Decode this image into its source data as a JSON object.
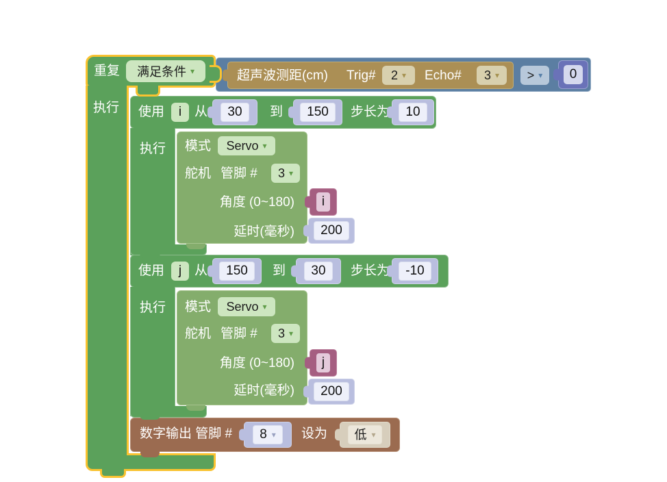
{
  "icons": {
    "dropdown_arrow": "▾"
  },
  "colors": {
    "selection_outline": "#f9c230",
    "control_green": "#5ba15b",
    "servo_green": "#84ad6c",
    "logic_blue": "#5b7ea2",
    "ultrasonic_tan": "#ab8f55",
    "digital_brown": "#9b6b50",
    "number_lavender": "#b9bedf",
    "number_indigo": "#6a72b8",
    "variable_rose": "#a55e81"
  },
  "repeat_block": {
    "repeat_label": "重复",
    "condition_value": "满足条件",
    "do_label": "执行"
  },
  "condition_expr": {
    "ultrasonic_label": "超声波测距(cm)",
    "trig_label": "Trig#",
    "trig_pin": "2",
    "echo_label": "Echo#",
    "echo_pin": "3",
    "operator": ">",
    "compare_value": "0"
  },
  "loop1": {
    "use_label": "使用",
    "variable": "i",
    "from_label": "从",
    "from_value": "30",
    "to_label": "到",
    "to_value": "150",
    "step_label": "步长为",
    "step_value": "10",
    "do_label": "执行"
  },
  "servo1": {
    "mode_label": "模式",
    "mode_value": "Servo",
    "device_label": "舵机",
    "pin_label": "管脚 #",
    "pin_value": "3",
    "angle_label": "角度 (0~180)",
    "angle_value": "i",
    "delay_label": "延时(毫秒)",
    "delay_value": "200"
  },
  "loop2": {
    "use_label": "使用",
    "variable": "j",
    "from_label": "从",
    "from_value": "150",
    "to_label": "到",
    "to_value": "30",
    "step_label": "步长为",
    "step_value": "-10",
    "do_label": "执行"
  },
  "servo2": {
    "mode_label": "模式",
    "mode_value": "Servo",
    "device_label": "舵机",
    "pin_label": "管脚 #",
    "pin_value": "3",
    "angle_label": "角度 (0~180)",
    "angle_value": "j",
    "delay_label": "延时(毫秒)",
    "delay_value": "200"
  },
  "digital_block": {
    "label": "数字输出 管脚 #",
    "pin_value": "8",
    "set_label": "设为",
    "level_value": "低"
  }
}
